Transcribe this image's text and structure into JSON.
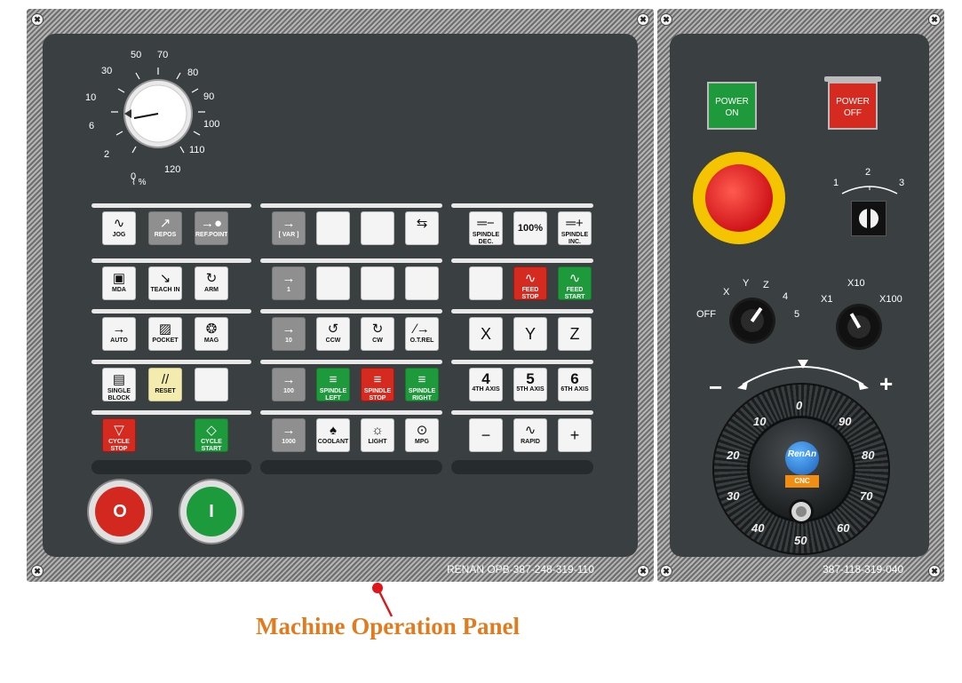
{
  "feed_override_dial": {
    "ticks": [
      "0",
      "2",
      "6",
      "10",
      "30",
      "50",
      "70",
      "80",
      "90",
      "100",
      "110",
      "120"
    ],
    "unit": "%",
    "symbol": "⌇"
  },
  "left_keys": [
    {
      "icon": "∿",
      "label": "JOG",
      "style": "white"
    },
    {
      "icon": "↗",
      "label": "REPOS",
      "style": "gray"
    },
    {
      "icon": "→●",
      "label": "REF.POINT",
      "style": "gray"
    },
    {
      "icon": "▣",
      "label": "MDA",
      "style": "white"
    },
    {
      "icon": "↘",
      "label": "TEACH IN",
      "style": "white"
    },
    {
      "icon": "↻",
      "label": "ARM",
      "style": "white"
    },
    {
      "icon": "→",
      "label": "AUTO",
      "style": "white"
    },
    {
      "icon": "▨",
      "label": "POCKET",
      "style": "white"
    },
    {
      "icon": "❂",
      "label": "MAG",
      "style": "white"
    },
    {
      "icon": "▤",
      "label": "SINGLE BLOCK",
      "style": "white"
    },
    {
      "icon": "//",
      "label": "RESET",
      "style": "yellow"
    },
    {
      "icon": "",
      "label": "",
      "style": "white"
    },
    {
      "icon": "▽",
      "label": "CYCLE STOP",
      "style": "red"
    },
    {
      "icon": "◇",
      "label": "CYCLE START",
      "style": "green"
    }
  ],
  "middle_keys": [
    {
      "icon": "→",
      "label": "[ VAR ]",
      "style": "gray"
    },
    {
      "icon": "",
      "label": "",
      "style": "white"
    },
    {
      "icon": "",
      "label": "",
      "style": "white"
    },
    {
      "icon": "⇆",
      "label": "",
      "style": "white"
    },
    {
      "icon": "→",
      "label": "1",
      "style": "gray"
    },
    {
      "icon": "",
      "label": "",
      "style": "white"
    },
    {
      "icon": "",
      "label": "",
      "style": "white"
    },
    {
      "icon": "",
      "label": "",
      "style": "white"
    },
    {
      "icon": "→",
      "label": "10",
      "style": "gray"
    },
    {
      "icon": "↺",
      "label": "CCW",
      "style": "white"
    },
    {
      "icon": "↻",
      "label": "CW",
      "style": "white"
    },
    {
      "icon": "∕→",
      "label": "O.T.REL",
      "style": "white"
    },
    {
      "icon": "→",
      "label": "100",
      "style": "gray"
    },
    {
      "icon": "≡",
      "label": "SPINDLE LEFT",
      "style": "green"
    },
    {
      "icon": "≡",
      "label": "SPINDLE STOP",
      "style": "red"
    },
    {
      "icon": "≡",
      "label": "SPINDLE RIGHT",
      "style": "green"
    },
    {
      "icon": "→",
      "label": "1000",
      "style": "gray"
    },
    {
      "icon": "♠",
      "label": "COOLANT",
      "style": "white"
    },
    {
      "icon": "☼",
      "label": "LIGHT",
      "style": "white"
    },
    {
      "icon": "⊙",
      "label": "MPG",
      "style": "white"
    }
  ],
  "right_keys": [
    {
      "icon": "═−",
      "label": "SPINDLE DEC.",
      "style": "white",
      "type": "icon"
    },
    {
      "icon": "100%",
      "label": "",
      "style": "white",
      "type": "text"
    },
    {
      "icon": "═+",
      "label": "SPINDLE INC.",
      "style": "white",
      "type": "icon"
    },
    {
      "icon": "",
      "label": "",
      "style": "white",
      "type": "icon"
    },
    {
      "icon": "∿",
      "label": "FEED STOP",
      "style": "red",
      "type": "icon"
    },
    {
      "icon": "∿",
      "label": "FEED START",
      "style": "green",
      "type": "icon"
    },
    {
      "icon": "X",
      "label": "",
      "style": "white",
      "type": "big"
    },
    {
      "icon": "Y",
      "label": "",
      "style": "white",
      "type": "big"
    },
    {
      "icon": "Z",
      "label": "",
      "style": "white",
      "type": "big"
    },
    {
      "icon": "4",
      "label": "4TH AXIS",
      "style": "white",
      "type": "num"
    },
    {
      "icon": "5",
      "label": "5TH AXIS",
      "style": "white",
      "type": "num"
    },
    {
      "icon": "6",
      "label": "6TH AXIS",
      "style": "white",
      "type": "num"
    },
    {
      "icon": "−",
      "label": "",
      "style": "white",
      "type": "big"
    },
    {
      "icon": "∿",
      "label": "RAPID",
      "style": "white",
      "type": "icon"
    },
    {
      "icon": "+",
      "label": "",
      "style": "white",
      "type": "big"
    }
  ],
  "big_buttons": {
    "stop_symbol": "O",
    "start_symbol": "I"
  },
  "left_serial": "RENAN OPB-387-248-319-110",
  "power_on_label": "POWER ON",
  "power_off_label": "POWER OFF",
  "key_switch": {
    "labels": [
      "1",
      "2",
      "3"
    ]
  },
  "axis_selector": {
    "labels": [
      "OFF",
      "X",
      "Y",
      "Z",
      "4",
      "5"
    ]
  },
  "multiplier_selector": {
    "labels": [
      "X1",
      "X10",
      "X100"
    ]
  },
  "handwheel": {
    "minus_label": "−",
    "plus_label": "+",
    "numbers": [
      "0",
      "10",
      "20",
      "30",
      "40",
      "50",
      "60",
      "70",
      "80",
      "90"
    ],
    "brand": "RenAn",
    "badge": "CNC"
  },
  "right_serial": "387-118-319-040",
  "caption": "Machine Operation Panel",
  "colors": {
    "panel": "#3a4042",
    "caption": "#e07b1f",
    "estop_red": "#e21f26",
    "estop_yellow": "#f5c400"
  }
}
